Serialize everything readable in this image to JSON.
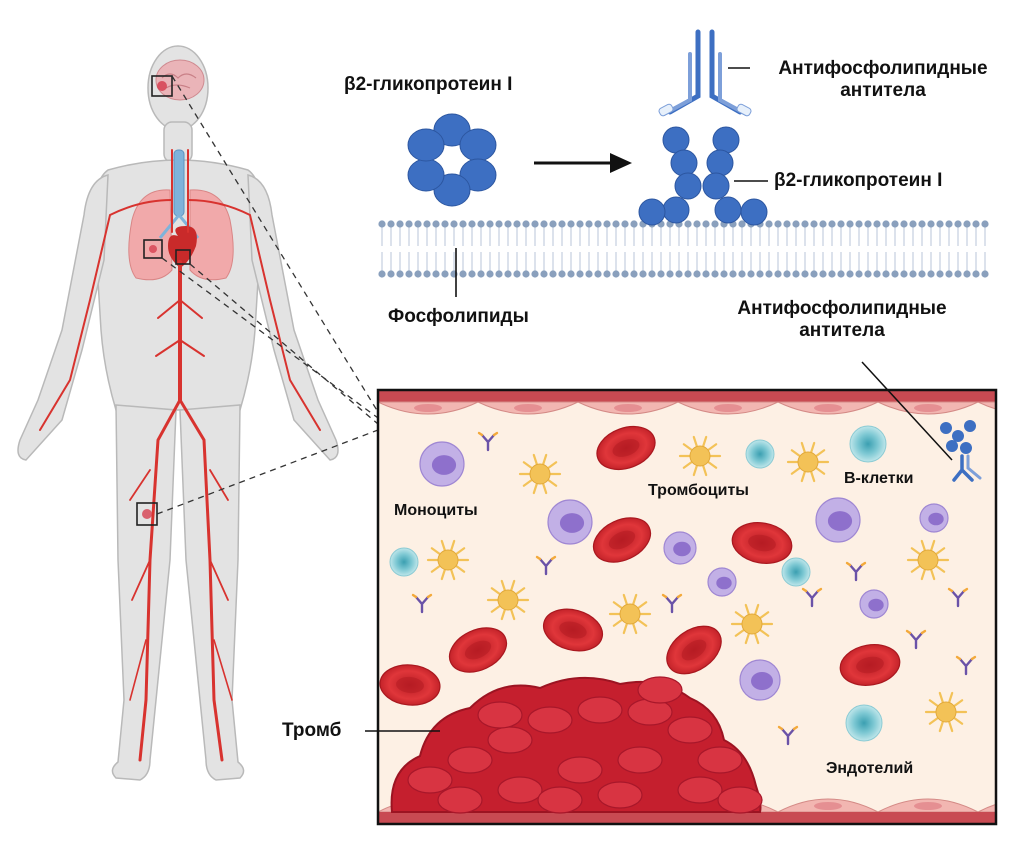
{
  "labels": {
    "beta2_left": "β2-гликопротеин I",
    "antibodies_top_line1": "Антифосфолипидные",
    "antibodies_top_line2": "антитела",
    "beta2_right": "β2-гликопротеин I",
    "phospholipids": "Фосфолипиды",
    "antibodies_mid_line1": "Антифосфолипидные",
    "antibodies_mid_line2": "антитела",
    "monocytes": "Моноциты",
    "platelets": "Тромбоциты",
    "b_cells": "В-клетки",
    "thrombus": "Тромб",
    "endothelium": "Эндотелий"
  },
  "colors": {
    "artery_red": "#d8332f",
    "body_gray": "#e2e2e2",
    "lung_pink": "#f0a7a7",
    "membrane_blue": "#8aa0bd",
    "protein_blue": "#3d6fc2",
    "rbc_red": "#d42a2f",
    "clot_red": "#c51f2e",
    "plasma": "#fdf0e4",
    "endothelium_pink": "#f2b6b1",
    "platelet_yellow": "#f3c257",
    "monocyte_purple": "#a48bd6",
    "bcell_teal": "#6ec1cc"
  }
}
